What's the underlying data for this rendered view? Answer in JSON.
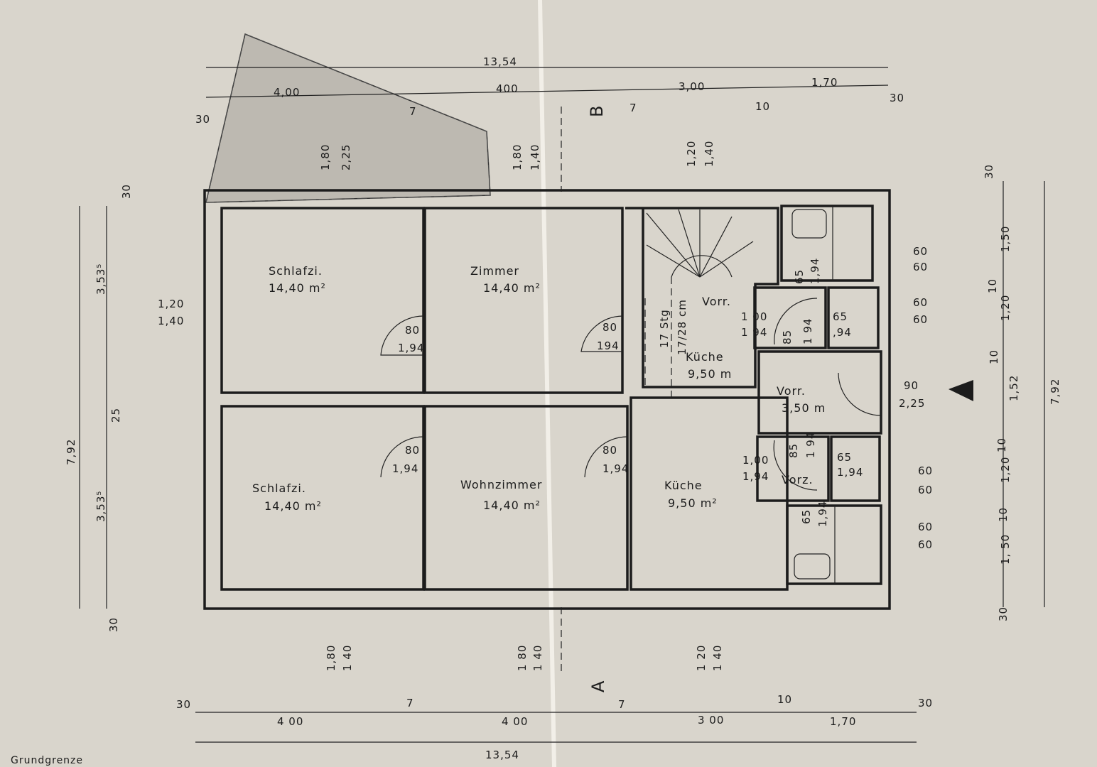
{
  "rooms": {
    "schlafzi_top": {
      "name": "Schlafzi.",
      "area": "14,40 m²"
    },
    "zimmer": {
      "name": "Zimmer",
      "area": "14,40 m²"
    },
    "vorr_top": {
      "name": "Vorr."
    },
    "kueche_top": {
      "name": "Küche",
      "area": "9,50 m"
    },
    "vorr_mid": {
      "name": "Vorr.",
      "area": "3,50 m"
    },
    "schlafzi_bottom": {
      "name": "Schlafzi.",
      "area": "14,40 m²"
    },
    "wohnzimmer": {
      "name": "Wohnzimmer",
      "area": "14,40 m²"
    },
    "kueche_bottom": {
      "name": "Küche",
      "area": "9,50 m²"
    },
    "vorz": {
      "name": "Vorz."
    }
  },
  "stairs": {
    "steps": "17 Stg",
    "rise": "17/28 cm"
  },
  "top_dims": {
    "total": "13,54",
    "d1": "4,00",
    "d2": "400",
    "d3": "3,00",
    "d4": "1,70",
    "w_left": "30",
    "w7a": "7",
    "w7b": "7",
    "w10": "10",
    "w_right": "30",
    "section": "B"
  },
  "top_windows": [
    [
      "1,80",
      "2,25"
    ],
    [
      "1,80",
      "1,40"
    ],
    [
      "1,20",
      "1,40"
    ]
  ],
  "left_dims": {
    "top30": "30",
    "upper": "3,53⁵",
    "mid": "25",
    "lower": "3,53⁵",
    "total": "7,92",
    "bottom30": "30",
    "win_w": "1,20",
    "win_h": "1,40"
  },
  "doors": {
    "d1": [
      "80",
      "1,94"
    ],
    "d2": [
      "80",
      "1,94"
    ],
    "d3": [
      "80",
      "194"
    ],
    "d4": [
      "80",
      "1,94"
    ],
    "d5": [
      "1 00",
      "1 94"
    ],
    "d6": [
      "85",
      "1 94"
    ],
    "d7": [
      "65",
      "1,94"
    ],
    "d8": [
      "65",
      ",94"
    ],
    "d9": [
      "1,00",
      "1,94"
    ],
    "d10": [
      "85",
      "1 94"
    ],
    "d11": [
      "65",
      "1,94"
    ],
    "d12": [
      "65",
      "1,94"
    ],
    "d13": [
      "90",
      "2,25"
    ]
  },
  "right_windows": [
    [
      "60",
      "60"
    ],
    [
      "60",
      "60"
    ],
    [
      "60",
      "60"
    ],
    [
      "60",
      "60"
    ]
  ],
  "right_dims": {
    "top30": "30",
    "r1": "1,50",
    "g1": "10",
    "r2": "1,20",
    "g2": "10",
    "r3": "1,52",
    "g3": "10",
    "r4": "1,20",
    "g4": "10",
    "r5": "1, 50",
    "bottom30": "30",
    "total": "7,92"
  },
  "bottom_windows": [
    [
      "1,80",
      "1 40"
    ],
    [
      "1 80",
      "1 40"
    ],
    [
      "1 20",
      "1 40"
    ]
  ],
  "bottom_dims": {
    "w_left": "30",
    "w7a": "7",
    "w7b": "7",
    "w10": "10",
    "w_right": "30",
    "d1": "4 00",
    "d2": "4 00",
    "d3": "3 00",
    "d4": "1,70",
    "total": "13,54",
    "section": "A"
  },
  "legend": {
    "boundary": "Grundgrenze"
  }
}
